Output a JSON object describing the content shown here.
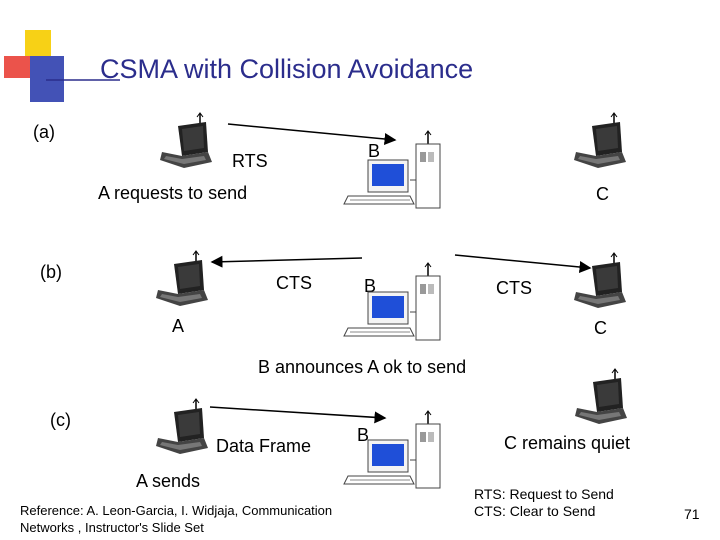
{
  "title": "CSMA with Collision Avoidance",
  "page_number": "71",
  "colors": {
    "title": "#2b2d8c",
    "deco_yellow": "#f7d117",
    "deco_red": "#e8352c",
    "deco_blue": "#2f3fae",
    "screen": "#1f4fd8"
  },
  "panels": {
    "a": {
      "label": "(a)",
      "message": "RTS",
      "caption": "A requests to send",
      "node_b": "B",
      "node_c": "C"
    },
    "b": {
      "label": "(b)",
      "message_left": "CTS",
      "message_right": "CTS",
      "caption": "B announces A ok to send",
      "node_a": "A",
      "node_b": "B",
      "node_c": "C"
    },
    "c": {
      "label": "(c)",
      "message": "Data Frame",
      "caption": "A sends",
      "node_b": "B",
      "note": "C remains quiet"
    }
  },
  "reference": {
    "line1": "Reference: A. Leon-Garcia, I. Widjaja, Communication",
    "line2": "Networks , Instructor's Slide Set"
  },
  "legend": {
    "line1": "RTS: Request to Send",
    "line2": "CTS: Clear to Send"
  },
  "icons": [
    "laptop-icon",
    "base-station-icon",
    "arrow-icon"
  ]
}
